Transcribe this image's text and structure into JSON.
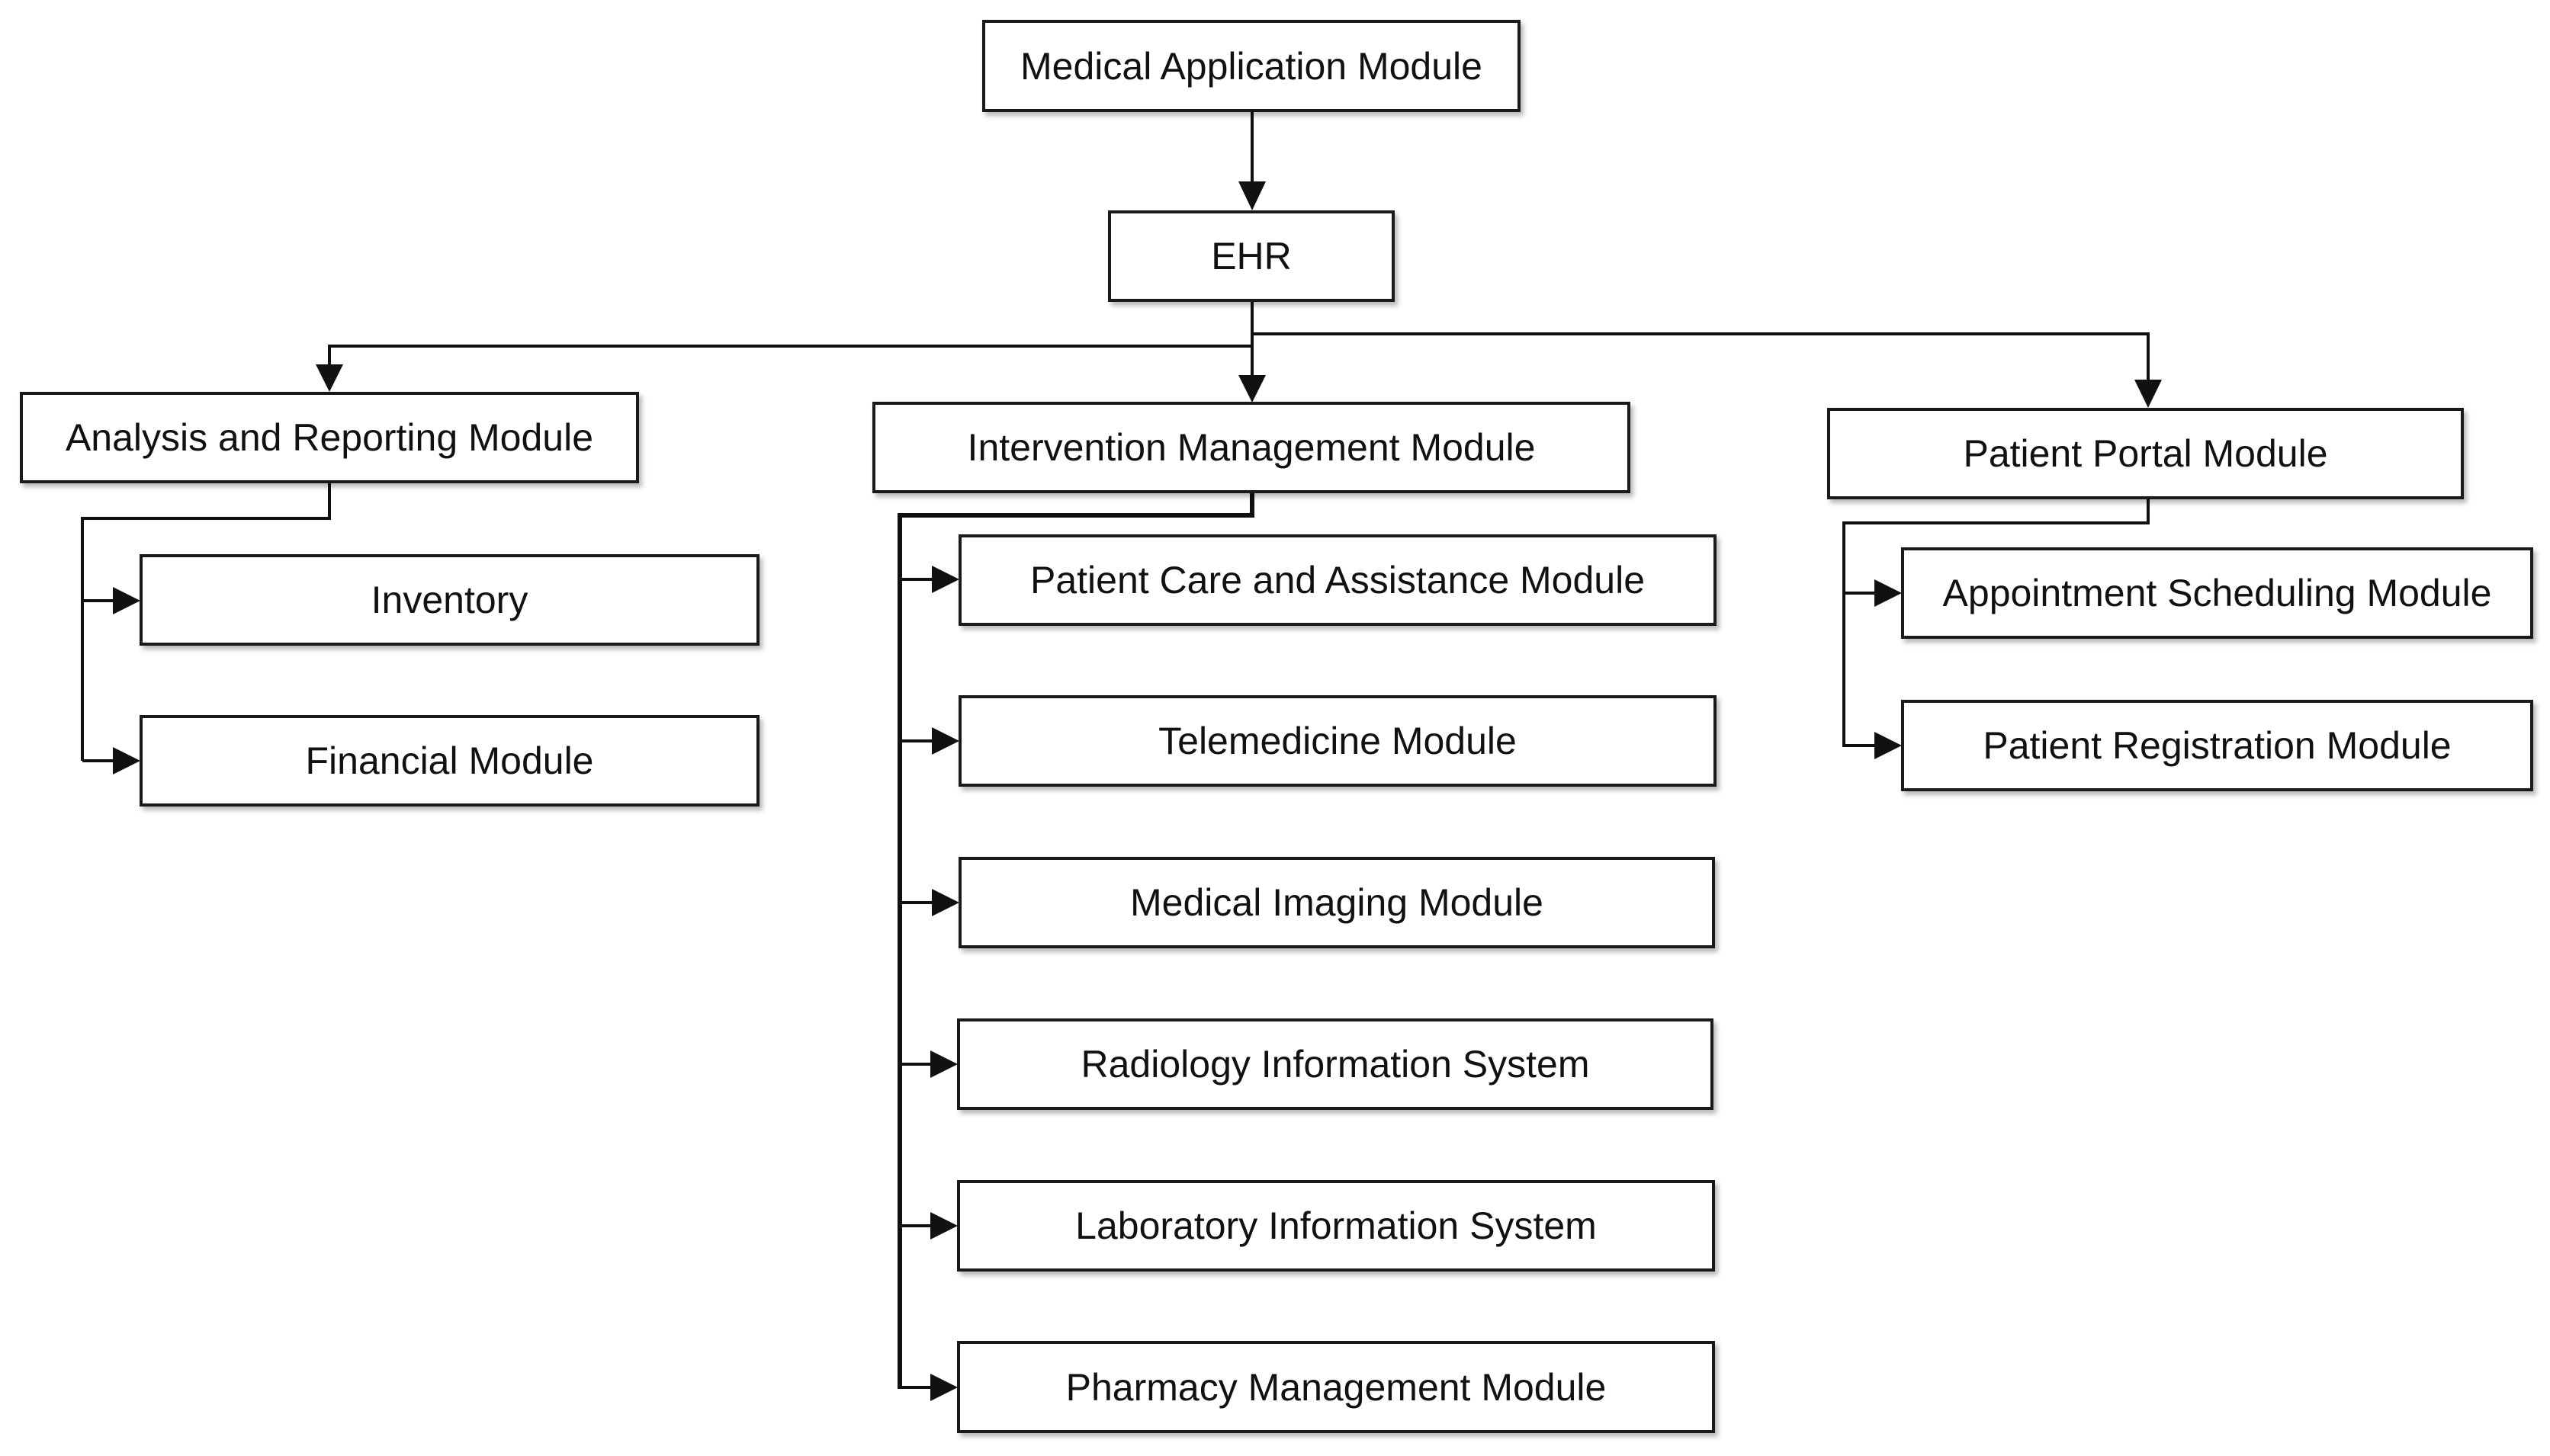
{
  "diagram": {
    "root": "Medical Application Module",
    "ehr": "EHR",
    "analysis": {
      "title": "Analysis and Reporting Module",
      "children": [
        "Inventory",
        "Financial Module"
      ]
    },
    "intervention": {
      "title": "Intervention Management Module",
      "children": [
        "Patient Care and Assistance Module",
        "Telemedicine Module",
        "Medical Imaging Module",
        "Radiology Information System",
        "Laboratory Information System",
        "Pharmacy Management Module"
      ]
    },
    "portal": {
      "title": "Patient Portal Module",
      "children": [
        "Appointment Scheduling Module",
        "Patient Registration Module"
      ]
    }
  }
}
